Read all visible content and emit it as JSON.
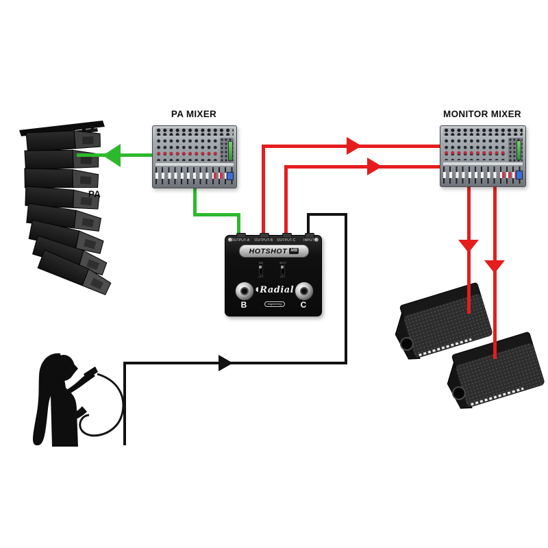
{
  "labels": {
    "pa": "PA",
    "pa_mixer": "PA MIXER",
    "monitor_mixer": "MONITOR MIXER"
  },
  "hotshot": {
    "jacks": [
      "OUTPUT-A",
      "OUTPUT-B",
      "OUTPUT-C",
      "INPUT"
    ],
    "model": "HOTSHOT",
    "model_badge": "MB",
    "brand": "Radial",
    "brand_sub": "engineering",
    "footswitches": [
      "B",
      "C"
    ],
    "toggles": [
      {
        "top": "B/B",
        "bottom": "LIFT"
      },
      {
        "top": "INPUT",
        "bottom": "LIFT"
      }
    ]
  },
  "colors": {
    "pa_signal_green": "#2db92d",
    "monitor_signal_red": "#e51d1d",
    "mic_line_black": "#121212"
  }
}
